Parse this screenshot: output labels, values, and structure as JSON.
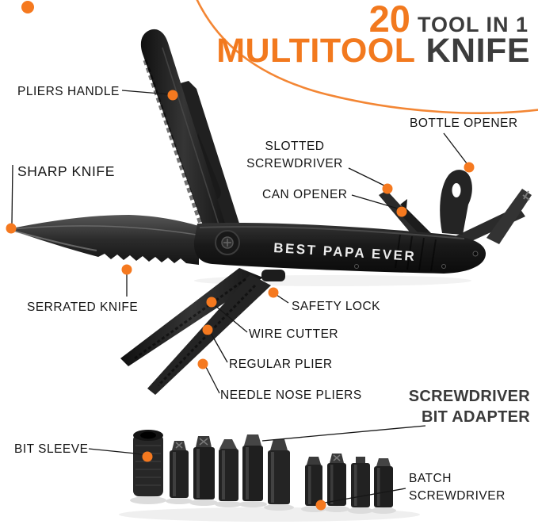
{
  "colors": {
    "accent": "#F2791E",
    "title_dark": "#3C3C3C",
    "label_text": "#151515",
    "metal_dark": "#1a1a1a"
  },
  "title": {
    "count": "20",
    "count_suffix": "TOOL IN 1",
    "product_accent": "MULTITOOL",
    "product_rest": "KNIFE"
  },
  "product": {
    "engraving": "BEST PAPA EVER"
  },
  "labels": {
    "pliers_handle": "PLIERS HANDLE",
    "sharp_knife": "SHARP KNIFE",
    "bottle_opener": "BOTTLE OPENER",
    "slotted_screwdriver": "SLOTTED SCREWDRIVER",
    "can_opener": "CAN OPENER",
    "serrated_knife": "SERRATED KNIFE",
    "safety_lock": "SAFETY LOCK",
    "wire_cutter": "WIRE CUTTER",
    "regular_plier": "REGULAR PLIER",
    "needle_nose_pliers": "NEEDLE NOSE PLIERS",
    "screwdriver_bit_adapter": "SCREWDRIVER BIT ADAPTER",
    "bit_sleeve": "BIT SLEEVE",
    "batch_screwdriver": "BATCH SCREWDRIVER"
  }
}
